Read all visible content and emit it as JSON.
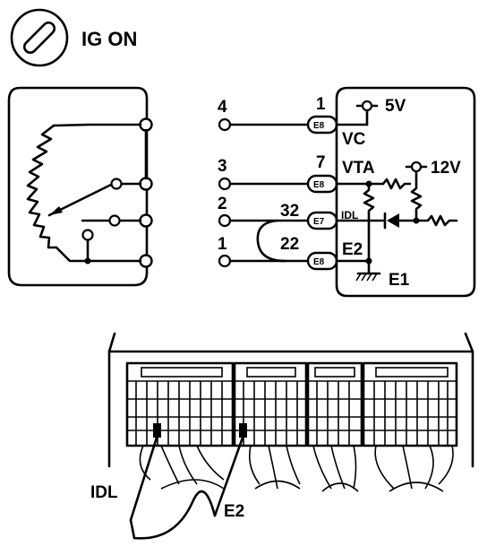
{
  "ig_label": "IG ON",
  "sensor": {
    "terminals": [
      {
        "pin": "4",
        "ecu_terminal": "E8",
        "signal": "VC",
        "ecu_pin": "1"
      },
      {
        "pin": "3",
        "ecu_terminal": "E8",
        "signal": "VTA",
        "ecu_pin": "7"
      },
      {
        "pin": "2",
        "ecu_terminal": "E7",
        "signal": "IDL",
        "ecu_pin": "32"
      },
      {
        "pin": "1",
        "ecu_terminal": "E8",
        "signal": "E2",
        "ecu_pin": "22"
      }
    ]
  },
  "ecu": {
    "supply_5v": "5V",
    "supply_12v": "12V",
    "ground_label": "E1"
  },
  "probe_labels": {
    "idl": "IDL",
    "e2": "E2"
  }
}
